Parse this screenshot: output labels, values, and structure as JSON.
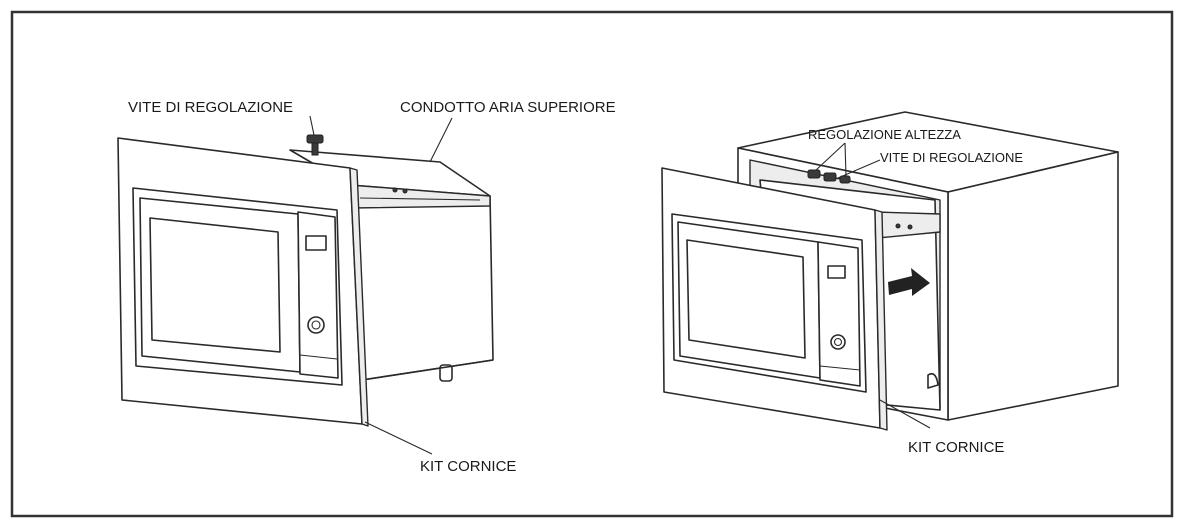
{
  "left_diagram": {
    "label_adjust_screw": "VITE DI REGOLAZIONE",
    "label_top_air_duct": "CONDOTTO ARIA SUPERIORE",
    "label_frame_kit": "KIT CORNICE"
  },
  "right_diagram": {
    "label_height_adjust": "REGOLAZIONE ALTEZZA",
    "label_adjust_screw": "VITE DI REGOLAZIONE",
    "label_frame_kit": "KIT CORNICE"
  },
  "colors": {
    "line": "#2a2a2a",
    "border": "#333333",
    "background": "#ffffff"
  }
}
